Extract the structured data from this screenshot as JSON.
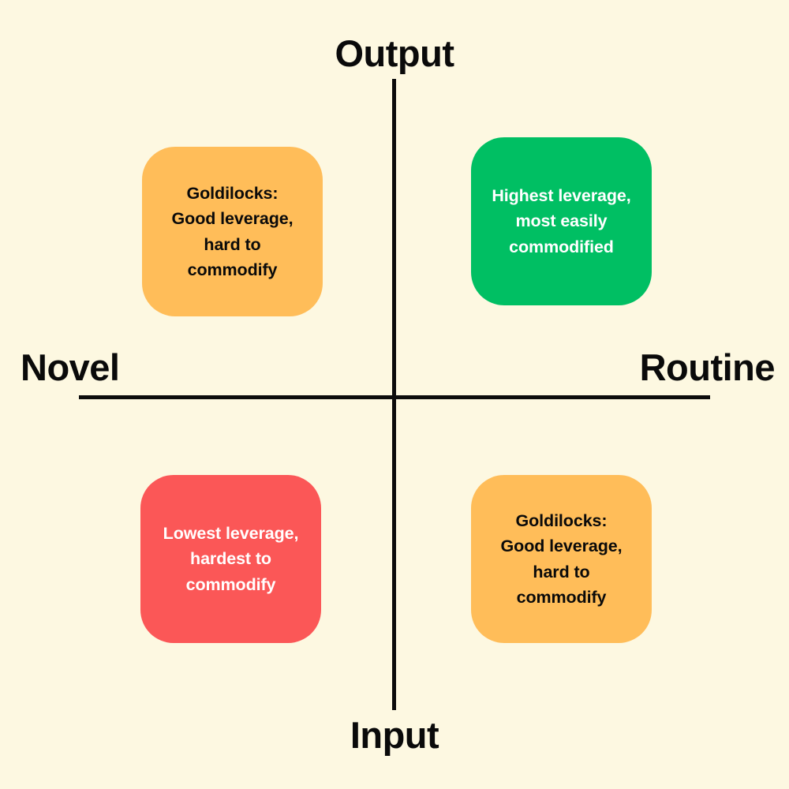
{
  "diagram": {
    "type": "2x2-matrix",
    "background_color": "#FDF8E1",
    "axis_color": "#0C0C0C",
    "axes": {
      "vertical_top_label": "Output",
      "vertical_bottom_label": "Input",
      "horizontal_left_label": "Novel",
      "horizontal_right_label": "Routine"
    },
    "quadrants": [
      {
        "position": "top-left",
        "x_axis_value": "Novel",
        "y_axis_value": "Output",
        "text": "Goldilocks: Good leverage, hard to commodify",
        "fill_color": "#FFBD59",
        "text_color": "#0A0A0A"
      },
      {
        "position": "top-right",
        "x_axis_value": "Routine",
        "y_axis_value": "Output",
        "text": "Highest leverage, most easily commodified",
        "fill_color": "#00BF63",
        "text_color": "#FFFFFF"
      },
      {
        "position": "bottom-left",
        "x_axis_value": "Novel",
        "y_axis_value": "Input",
        "text": "Lowest leverage, hardest to commodify",
        "fill_color": "#FB5757",
        "text_color": "#FFFFFF"
      },
      {
        "position": "bottom-right",
        "x_axis_value": "Routine",
        "y_axis_value": "Input",
        "text": "Goldilocks: Good leverage, hard to commodify",
        "fill_color": "#FFBD59",
        "text_color": "#0A0A0A"
      }
    ]
  }
}
